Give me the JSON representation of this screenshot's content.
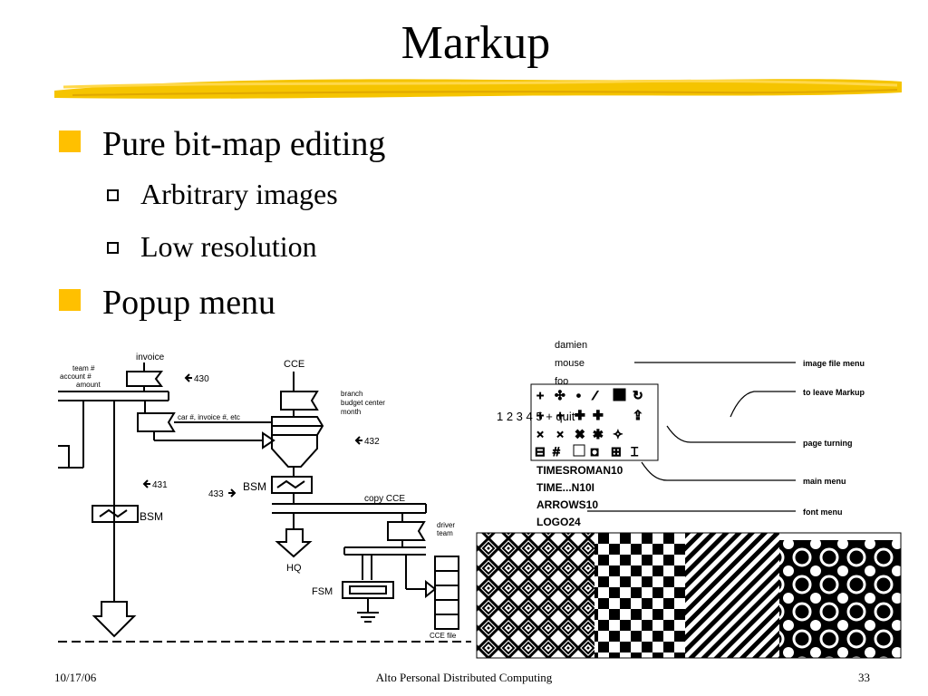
{
  "slide": {
    "title": "Markup",
    "bullets": [
      {
        "text": "Pure bit-map editing",
        "subbullets": [
          "Arbitrary images",
          "Low resolution"
        ]
      },
      {
        "text": "Popup menu",
        "subbullets": []
      }
    ]
  },
  "figure": {
    "diagram_labels": {
      "invoice": "invoice",
      "team": "team #",
      "account": "account #",
      "amount": "amount",
      "n430": "430",
      "cce": "CCE",
      "branch": "branch",
      "budget": "budget center",
      "month": "month",
      "car": "car #, invoice #, etc",
      "n432": "432",
      "n431": "431",
      "n433": "433",
      "bsm1": "BSM",
      "bsm2": "BSM",
      "copycce": "copy CCE",
      "driver": "driver",
      "team2": "team",
      "hq": "HQ",
      "fsm": "FSM",
      "ccefile": "CCE file"
    },
    "menu": {
      "file_items": [
        "damien",
        "mouse",
        "foo"
      ],
      "page_row": "1 2 3 4 5 + quit",
      "font_items": [
        "TIMESROMAN10",
        "TIME...N10I",
        "ARROWS10",
        "LOGO24"
      ]
    },
    "callouts": {
      "image_file_menu": "image file menu",
      "leave_markup": "to leave Markup",
      "page_turning": "page turning",
      "main_menu": "main menu",
      "font_menu": "font menu"
    }
  },
  "footer": {
    "date": "10/17/06",
    "center": "Alto Personal Distributed Computing",
    "page": "33"
  },
  "colors": {
    "bullet": "#ffc000",
    "brush": "#f5c400"
  }
}
